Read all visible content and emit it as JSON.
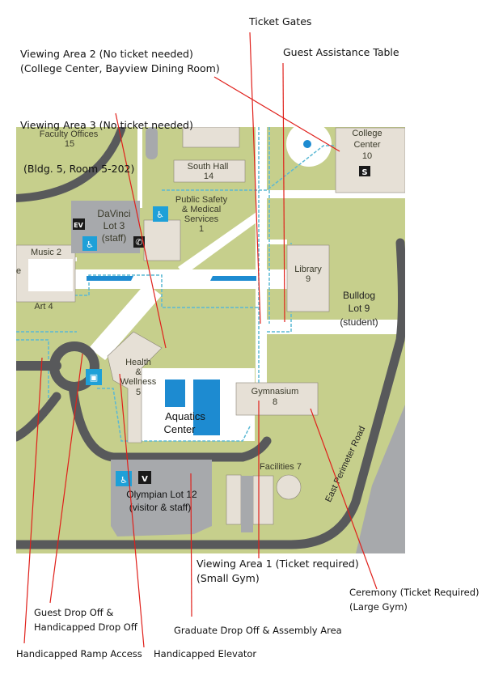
{
  "callouts": {
    "ticket_gates": "Ticket Gates",
    "guest_assistance": "Guest Assistance Table",
    "viewing_area_2": {
      "line1": "Viewing Area 2 (No ticket needed)",
      "line2": "(College Center, Bayview Dining Room)"
    },
    "viewing_area_3": {
      "line1": "Viewing Area 3 (No ticket needed)",
      "line2": " (Bldg. 5, Room 5-202)"
    },
    "viewing_area_1": {
      "line1": "Viewing Area 1 (Ticket required)",
      "line2": "(Small Gym)"
    },
    "ceremony": {
      "line1": "Ceremony (Ticket Required)",
      "line2": "(Large Gym)"
    },
    "graduate_drop_off": "Graduate Drop Off & Assembly Area",
    "guest_drop_off": {
      "line1": "Guest Drop Off &",
      "line2": "Handicapped Drop Off"
    },
    "ramp_access": "Handicapped Ramp Access",
    "elevator": "Handicapped Elevator"
  },
  "map_labels": {
    "faculty_offices": {
      "name": "Faculty Offices",
      "num": "15"
    },
    "south_hall": {
      "name": "South Hall",
      "num": "14"
    },
    "college_center": {
      "name1": "College",
      "name2": "Center",
      "num": "10",
      "badge": "S"
    },
    "public_safety": {
      "name1": "Public Safety",
      "name2": "& Medical",
      "name3": "Services",
      "num": "1"
    },
    "davinci": {
      "name1": "DaVinci",
      "name2": "Lot 3",
      "name3": "(staff)",
      "badge": "EV"
    },
    "music": "Music 2",
    "art": "Art 4",
    "library": {
      "name": "Library",
      "num": "9"
    },
    "bulldog": {
      "name1": "Bulldog",
      "name2": "Lot 9",
      "name3": "(student)"
    },
    "health": {
      "name1": "Health",
      "name2": "&",
      "name3": "Wellness",
      "num": "5"
    },
    "aquatics": {
      "name1": "Aquatics",
      "name2": "Center"
    },
    "gymnasium": {
      "name": "Gymnasium",
      "num": "8"
    },
    "facilities": "Facilities 7",
    "olympian": {
      "name1": "Olympian Lot 12",
      "name2": "(visitor & staff)",
      "badge": "V"
    },
    "east_perimeter": "East Perimeter Road",
    "partial_left": "e"
  },
  "colors": {
    "grass": "#c6cf8c",
    "path": "#ffffff",
    "building": "#e6e0d6",
    "road": "#58595b",
    "lot": "#a7a9ac",
    "water": "#1d8bd1",
    "callout_line": "#e0201b",
    "accessible": "#1ea0d8"
  }
}
